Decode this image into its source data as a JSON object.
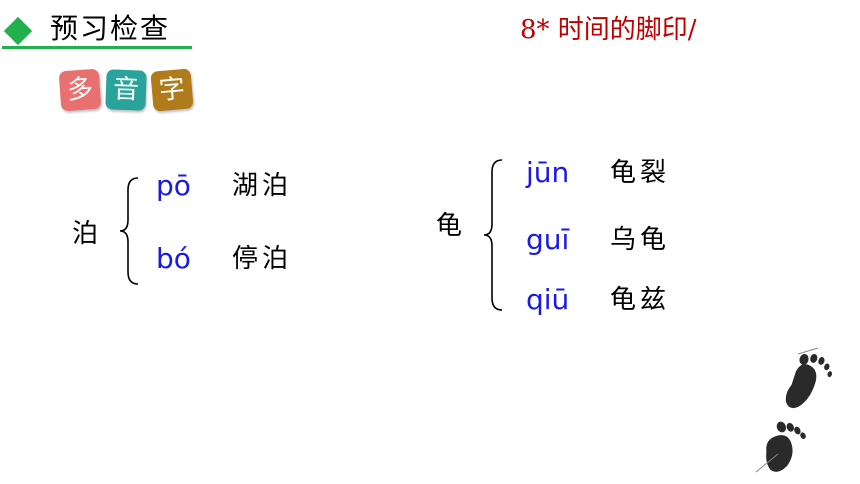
{
  "header": {
    "section_title": "预习检查",
    "lesson_title": "8*  时间的脚印/"
  },
  "badge": {
    "chars": [
      "多",
      "音",
      "字"
    ],
    "colors": [
      "#e8706f",
      "#2aa39a",
      "#b07c1b"
    ]
  },
  "groups": [
    {
      "char": "泊",
      "readings": [
        {
          "pinyin": "pō",
          "word": "湖泊"
        },
        {
          "pinyin": "bó",
          "word": "停泊"
        }
      ]
    },
    {
      "char": "龟",
      "readings": [
        {
          "pinyin": "jūn",
          "word": "龟裂"
        },
        {
          "pinyin": "guī",
          "word": "乌龟"
        },
        {
          "pinyin": "qiū",
          "word": "龟兹"
        }
      ]
    }
  ],
  "colors": {
    "accent": "#21b04b",
    "lesson_title": "#c00000",
    "pinyin": "#1a1ae6"
  },
  "icons": [
    "diamond-bullet-icon",
    "footprints-icon"
  ]
}
